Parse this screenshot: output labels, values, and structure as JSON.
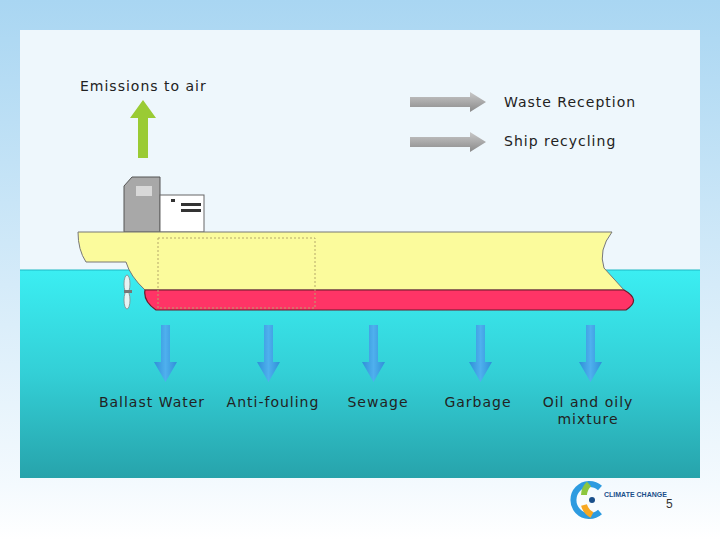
{
  "diagram": {
    "labels": [
      "Emissions to air",
      "Waste Reception",
      "Ship recycling",
      "Ballast Water",
      "Anti-fouling",
      "Sewage",
      "Garbage",
      "Oil and oily mixture",
      "CLIMATE CHANGE",
      "5"
    ]
  }
}
